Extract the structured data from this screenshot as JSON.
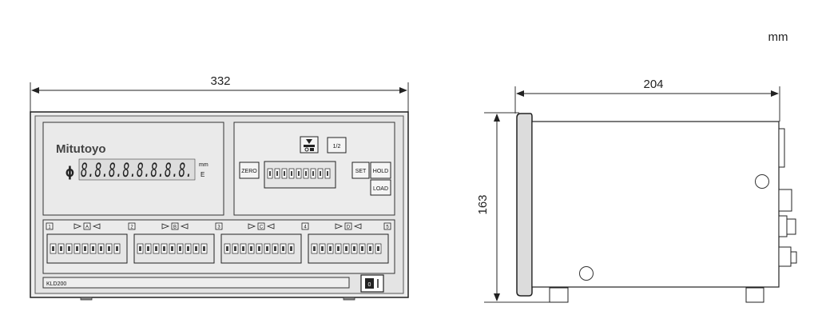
{
  "unit": "mm",
  "dimensions": {
    "front_width": "332",
    "side_depth": "204",
    "height": "163"
  },
  "front_panel": {
    "brand": "Mitutoyo",
    "phi": "ϕ",
    "display": "8.8.8.8.8.8.8.8.",
    "display_unit": "mm",
    "display_flag": "E",
    "model": "KLD200"
  },
  "keys": {
    "half": "1/2",
    "zero": "ZERO",
    "set": "SET",
    "hold": "HOLD",
    "load": "LOAD"
  },
  "channel_numbers": [
    "1",
    "2",
    "3",
    "4",
    "5"
  ],
  "channel_letters": [
    "A",
    "B",
    "C",
    "D"
  ]
}
